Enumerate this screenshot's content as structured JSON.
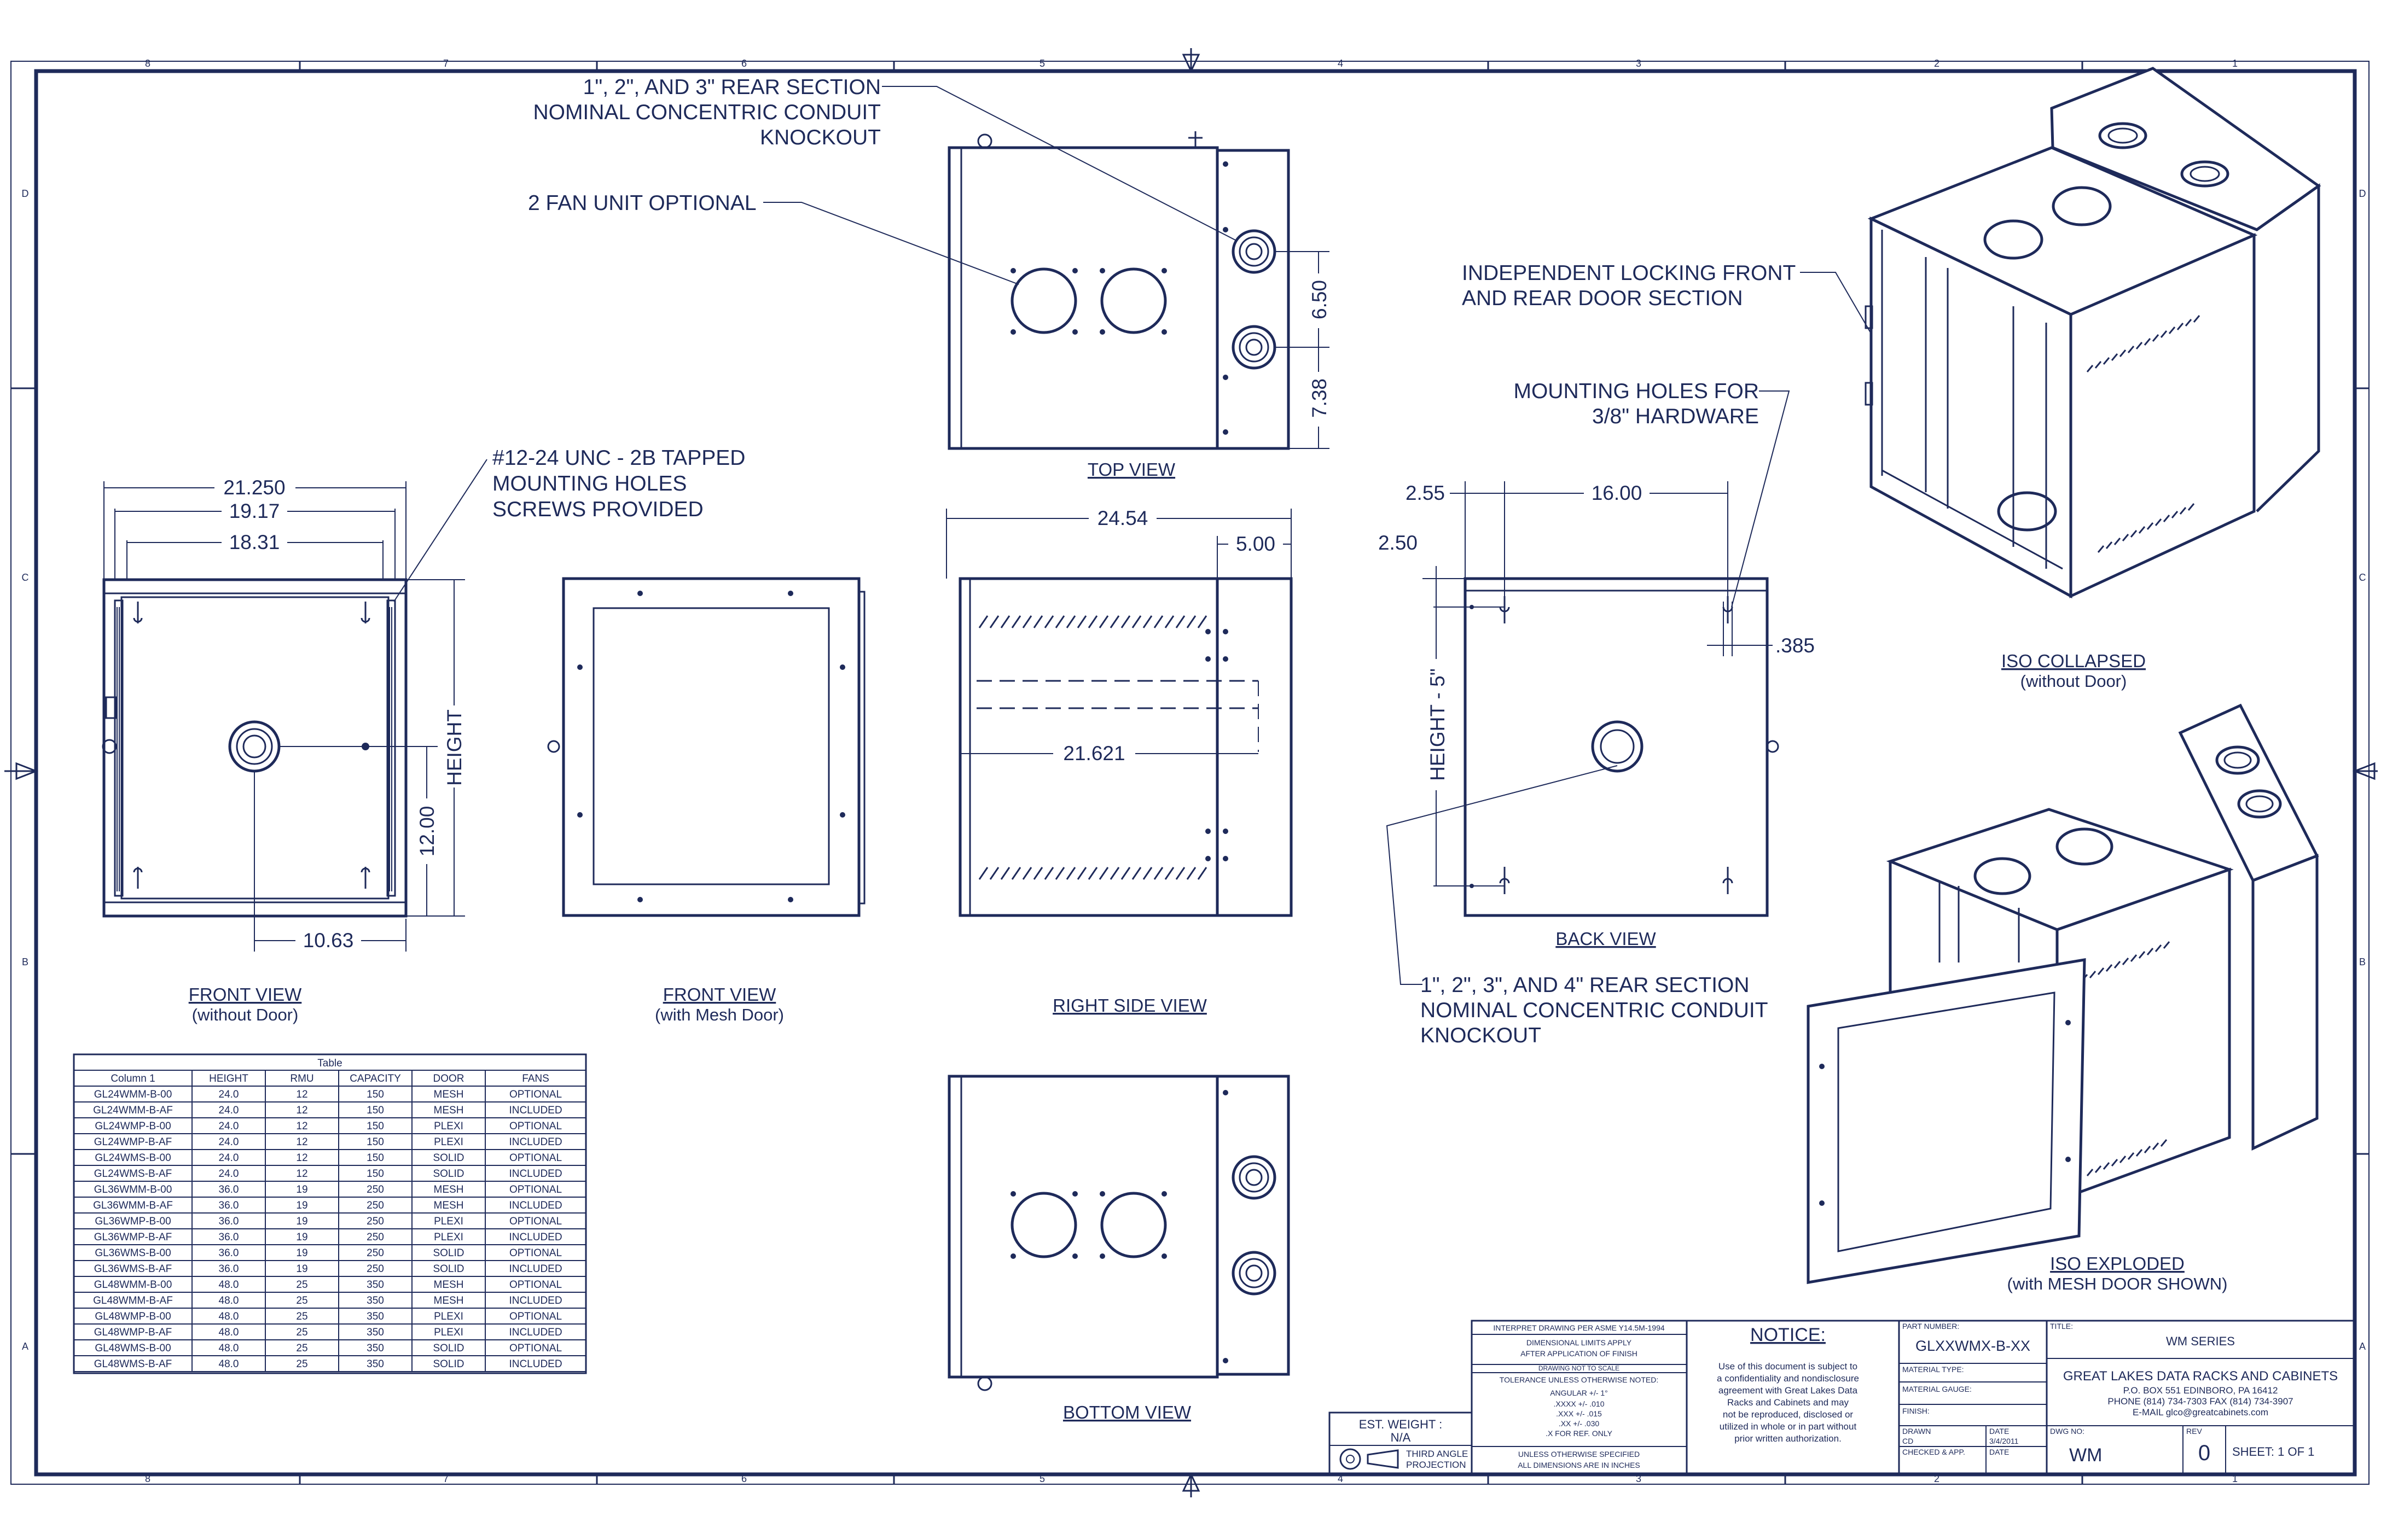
{
  "grid": {
    "columns": [
      "8",
      "7",
      "6",
      "5",
      "4",
      "3",
      "2",
      "1"
    ],
    "rows": [
      "D",
      "C",
      "B",
      "A"
    ]
  },
  "callouts": {
    "conduit_top": [
      "1\", 2\", AND 3\" REAR SECTION",
      "NOMINAL CONCENTRIC CONDUIT",
      "KNOCKOUT"
    ],
    "fan": "2 FAN UNIT OPTIONAL",
    "tapped": [
      "#12-24 UNC - 2B TAPPED",
      "MOUNTING HOLES",
      "SCREWS PROVIDED"
    ],
    "locking": [
      "INDEPENDENT LOCKING FRONT",
      "AND REAR DOOR SECTION"
    ],
    "mounting": [
      "MOUNTING HOLES FOR",
      "3/8\" HARDWARE"
    ],
    "conduit_back": [
      "1\", 2\", 3\", AND 4\" REAR SECTION",
      "NOMINAL CONCENTRIC CONDUIT",
      "KNOCKOUT"
    ]
  },
  "dimensions": {
    "d21250": "21.250",
    "d1917": "19.17",
    "d1831": "18.31",
    "d1063": "10.63",
    "d1200": "12.00",
    "height": "HEIGHT",
    "d650": "6.50",
    "d738": "7.38",
    "d2454": "24.54",
    "d500": "5.00",
    "d21621": "21.621",
    "d255": "2.55",
    "d1600": "16.00",
    "d250": "2.50",
    "d385": ".385",
    "height5": "HEIGHT - 5\""
  },
  "views": {
    "front_no_door": {
      "title": "FRONT VIEW",
      "sub": "(without Door)"
    },
    "front_mesh": {
      "title": "FRONT VIEW",
      "sub": "(with Mesh Door)"
    },
    "right_side": {
      "title": "RIGHT SIDE VIEW"
    },
    "top": {
      "title": "TOP VIEW"
    },
    "back": {
      "title": "BACK VIEW"
    },
    "bottom": {
      "title": "BOTTOM VIEW"
    },
    "iso_collapsed": {
      "title": "ISO COLLAPSED",
      "sub": "(without Door)"
    },
    "iso_exploded": {
      "title": "ISO EXPLODED",
      "sub": "(with MESH DOOR SHOWN)"
    }
  },
  "table": {
    "title": "Table",
    "headers": [
      "Column 1",
      "HEIGHT",
      "RMU",
      "CAPACITY",
      "DOOR",
      "FANS"
    ],
    "rows": [
      [
        "GL24WMM-B-00",
        "24.0",
        "12",
        "150",
        "MESH",
        "OPTIONAL"
      ],
      [
        "GL24WMM-B-AF",
        "24.0",
        "12",
        "150",
        "MESH",
        "INCLUDED"
      ],
      [
        "GL24WMP-B-00",
        "24.0",
        "12",
        "150",
        "PLEXI",
        "OPTIONAL"
      ],
      [
        "GL24WMP-B-AF",
        "24.0",
        "12",
        "150",
        "PLEXI",
        "INCLUDED"
      ],
      [
        "GL24WMS-B-00",
        "24.0",
        "12",
        "150",
        "SOLID",
        "OPTIONAL"
      ],
      [
        "GL24WMS-B-AF",
        "24.0",
        "12",
        "150",
        "SOLID",
        "INCLUDED"
      ],
      [
        "GL36WMM-B-00",
        "36.0",
        "19",
        "250",
        "MESH",
        "OPTIONAL"
      ],
      [
        "GL36WMM-B-AF",
        "36.0",
        "19",
        "250",
        "MESH",
        "INCLUDED"
      ],
      [
        "GL36WMP-B-00",
        "36.0",
        "19",
        "250",
        "PLEXI",
        "OPTIONAL"
      ],
      [
        "GL36WMP-B-AF",
        "36.0",
        "19",
        "250",
        "PLEXI",
        "INCLUDED"
      ],
      [
        "GL36WMS-B-00",
        "36.0",
        "19",
        "250",
        "SOLID",
        "OPTIONAL"
      ],
      [
        "GL36WMS-B-AF",
        "36.0",
        "19",
        "250",
        "SOLID",
        "INCLUDED"
      ],
      [
        "GL48WMM-B-00",
        "48.0",
        "25",
        "350",
        "MESH",
        "OPTIONAL"
      ],
      [
        "GL48WMM-B-AF",
        "48.0",
        "25",
        "350",
        "MESH",
        "INCLUDED"
      ],
      [
        "GL48WMP-B-00",
        "48.0",
        "25",
        "350",
        "PLEXI",
        "OPTIONAL"
      ],
      [
        "GL48WMP-B-AF",
        "48.0",
        "25",
        "350",
        "PLEXI",
        "INCLUDED"
      ],
      [
        "GL48WMS-B-00",
        "48.0",
        "25",
        "350",
        "SOLID",
        "OPTIONAL"
      ],
      [
        "GL48WMS-B-AF",
        "48.0",
        "25",
        "350",
        "SOLID",
        "INCLUDED"
      ]
    ]
  },
  "title_block": {
    "est_weight_label": "EST. WEIGHT :",
    "est_weight_value": "N/A",
    "projection": [
      "THIRD ANGLE",
      "PROJECTION"
    ],
    "interpret": [
      "INTERPRET DRAWING PER ASME Y14.5M-1994",
      "DIMENSIONAL LIMITS APPLY",
      "AFTER APPLICATION OF FINISH",
      "DRAWING NOT TO SCALE",
      "TOLERANCE UNLESS OTHERWISE NOTED:",
      "ANGULAR +/- 1°",
      ".XXXX +/- .010",
      ".XXX +/- .015",
      ".XX +/- .030",
      ".X FOR REF. ONLY",
      "UNLESS OTHERWISE SPECIFIED",
      "ALL DIMENSIONS ARE IN INCHES"
    ],
    "notice_title": "NOTICE:",
    "notice_lines": [
      "Use of this document is subject to",
      "a confidentiality and nondisclosure",
      "agreement with Great Lakes Data",
      "Racks and Cabinets and may",
      "not be reproduced, disclosed or",
      "utilized in whole or in part without",
      "prior written authorization."
    ],
    "part_number_label": "PART NUMBER:",
    "part_number": "GLXXWMX-B-XX",
    "material_type_label": "MATERIAL TYPE:",
    "material_gauge_label": "MATERIAL GAUGE:",
    "finish_label": "FINISH:",
    "drawn_label": "DRAWN",
    "drawn_by": "CD",
    "date_label": "DATE",
    "drawn_date": "3/4/2011",
    "checked_label": "CHECKED & APP.",
    "date_label2": "DATE",
    "title_label": "TITLE:",
    "title": "WM SERIES",
    "company": "GREAT LAKES DATA RACKS AND CABINETS",
    "address": "P.O. BOX 551 EDINBORO, PA 16412",
    "phone": "PHONE (814) 734-7303 FAX (814) 734-3907",
    "email": "E-MAIL glco@greatcabinets.com",
    "dwg_no_label": "DWG NO:",
    "dwg_no": "WM",
    "rev_label": "REV",
    "rev": "0",
    "sheet": "SHEET: 1 OF 1"
  }
}
